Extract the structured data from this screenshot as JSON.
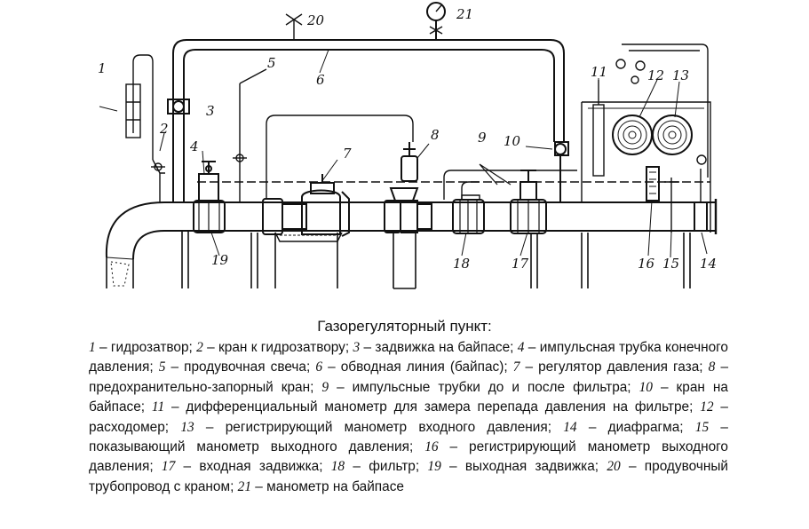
{
  "figure": {
    "title": "Газорегуляторный пункт:",
    "callouts": [
      "1",
      "2",
      "3",
      "4",
      "5",
      "6",
      "7",
      "8",
      "9",
      "10",
      "11",
      "12",
      "13",
      "14",
      "15",
      "16",
      "17",
      "18",
      "19",
      "20",
      "21"
    ],
    "legend": [
      {
        "num": "1",
        "text": " – гидрозатвор; "
      },
      {
        "num": "2",
        "text": " – кран к гидрозатвору; "
      },
      {
        "num": "3",
        "text": " – задвижка на байпасе; "
      },
      {
        "num": "4",
        "text": " – импульсная трубка конечного давления; "
      },
      {
        "num": "5",
        "text": " – продувочная свеча; "
      },
      {
        "num": "6",
        "text": " – обводная линия (байпас); "
      },
      {
        "num": "7",
        "text": " – регулятор давления газа; "
      },
      {
        "num": "8",
        "text": " – предохранительно-запорный кран; "
      },
      {
        "num": "9",
        "text": " – импульсные трубки до и после фильтра; "
      },
      {
        "num": "10",
        "text": " – кран на байпасе; "
      },
      {
        "num": "11",
        "text": " – дифференциальный манометр для замера перепада давления на фильтре; "
      },
      {
        "num": "12",
        "text": " – расходомер; "
      },
      {
        "num": "13",
        "text": " – регистрирующий манометр входного давления; "
      },
      {
        "num": "14",
        "text": " – диафрагма; "
      },
      {
        "num": "15",
        "text": " – показывающий манометр выходного давления; "
      },
      {
        "num": "16",
        "text": " – регистрирующий манометр выходного давления; "
      },
      {
        "num": "17",
        "text": " – входная задвижка; "
      },
      {
        "num": "18",
        "text": " – фильтр; "
      },
      {
        "num": "19",
        "text": " – выходная задвижка; "
      },
      {
        "num": "20",
        "text": " – продувочный трубопровод с краном; "
      },
      {
        "num": "21",
        "text": " – манометр на байпасе"
      }
    ]
  }
}
